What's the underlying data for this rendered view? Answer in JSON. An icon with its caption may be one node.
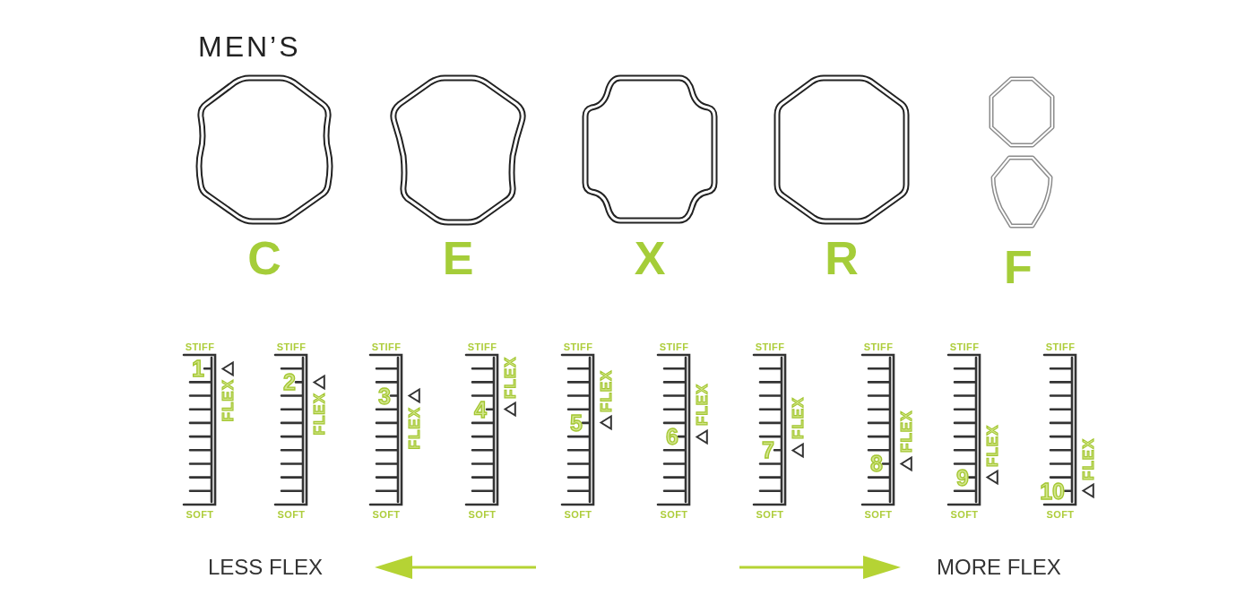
{
  "diagram": {
    "title": "MEN’S",
    "nodes": [
      {
        "text": [
          "C"
        ]
      },
      {
        "text": [
          "E"
        ]
      },
      {
        "text": [
          "X"
        ]
      },
      {
        "text": [
          "R"
        ]
      },
      {
        "text": [
          "F"
        ]
      },
      {
        "text": [
          "STIFF",
          "1",
          "FLEX",
          "SOFT"
        ]
      },
      {
        "text": [
          "STIFF",
          "2",
          "FLEX",
          "SOFT"
        ]
      },
      {
        "text": [
          "STIFF",
          "3",
          "FLEX",
          "SOFT"
        ]
      },
      {
        "text": [
          "STIFF",
          "4",
          "FLEX",
          "SOFT"
        ]
      },
      {
        "text": [
          "STIFF",
          "5",
          "FLEX",
          "SOFT"
        ]
      },
      {
        "text": [
          "STIFF",
          "6",
          "FLEX",
          "SOFT"
        ]
      },
      {
        "text": [
          "STIFF",
          "7",
          "FLEX",
          "SOFT"
        ]
      },
      {
        "text": [
          "STIFF",
          "8",
          "FLEX",
          "SOFT"
        ]
      },
      {
        "text": [
          "STIFF",
          "9",
          "FLEX",
          "SOFT"
        ]
      },
      {
        "text": [
          "STIFF",
          "10",
          "FLEX",
          "SOFT"
        ]
      }
    ],
    "labels": [
      "LESS FLEX",
      "MORE FLEX"
    ]
  }
}
